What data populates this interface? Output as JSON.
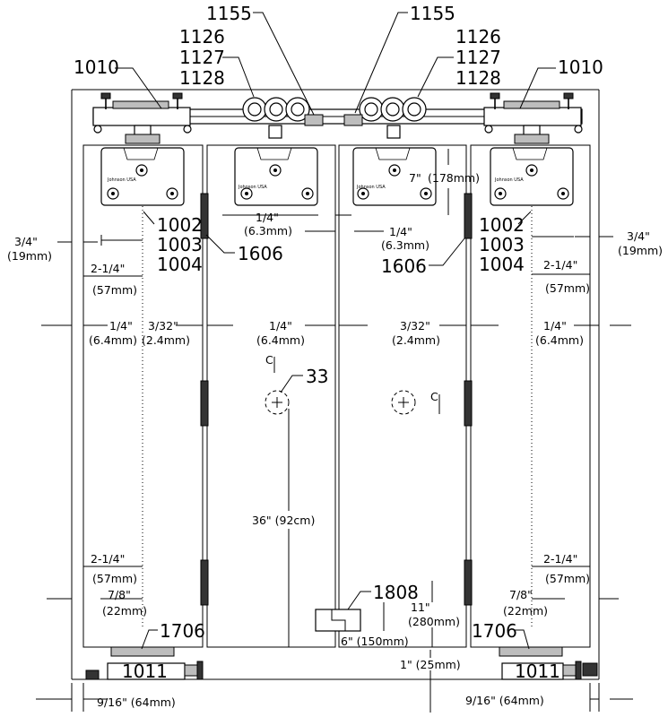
{
  "callouts": {
    "c1155_left": "1155",
    "c1155_right": "1155",
    "c1126_left": "1126",
    "c1127_left": "1127",
    "c1128_left": "1128",
    "c1126_right": "1126",
    "c1127_right": "1127",
    "c1128_right": "1128",
    "c1010_left": "1010",
    "c1010_right": "1010",
    "c1002_left": "1002",
    "c1003_left": "1003",
    "c1004_left": "1004",
    "c1002_right": "1002",
    "c1003_right": "1003",
    "c1004_right": "1004",
    "c1606_left": "1606",
    "c1606_right": "1606",
    "c33": "33",
    "c1808": "1808",
    "c1706_left": "1706",
    "c1706_right": "1706",
    "c1011_left": "1011",
    "c1011_right": "1011"
  },
  "dimensions": {
    "d7in": "7\"",
    "d178mm": "(178mm)",
    "q14_a": "1/4\"",
    "q63_a": "(6.3mm)",
    "q14_b": "1/4\"",
    "q63_b": "(6.3mm)",
    "d34_left": "3/4\"",
    "d19_left": "(19mm)",
    "d34_right": "3/4\"",
    "d19_right": "(19mm)",
    "d214_top_left": "2-1/4\"",
    "d57_top_left": "(57mm)",
    "d214_top_right": "2-1/4\"",
    "d57_top_right": "(57mm)",
    "g14_1": "1/4\"",
    "g64_1": "(6.4mm)",
    "g332_1": "3/32\"",
    "g24_1": "(2.4mm)",
    "g14_2": "1/4\"",
    "g64_2": "(6.4mm)",
    "g332_2": "3/32\"",
    "g24_2": "(2.4mm)",
    "g14_3": "1/4\"",
    "g64_3": "(6.4mm)",
    "d36": "36\" (92cm)",
    "d214_bot_left": "2-1/4\"",
    "d57_bot_left": "(57mm)",
    "d214_bot_right": "2-1/4\"",
    "d57_bot_right": "(57mm)",
    "d78_left": "7/8\"",
    "d22_left": "(22mm)",
    "d78_right": "7/8\"",
    "d22_right": "(22mm)",
    "d11in": "11\"",
    "d280mm": "(280mm)",
    "d6in": "6\" (150mm)",
    "d1in": "1\" (25mm)",
    "d916_left": "9/16\" (64mm)",
    "d916_right": "9/16\" (64mm)"
  },
  "brand_text": {
    "p1": "Johnson USA",
    "p2": "Johnson USA",
    "p3": "Johnson USA",
    "p4": "Johnson USA"
  },
  "centerline_marks": {
    "left": "C",
    "right": "C"
  }
}
